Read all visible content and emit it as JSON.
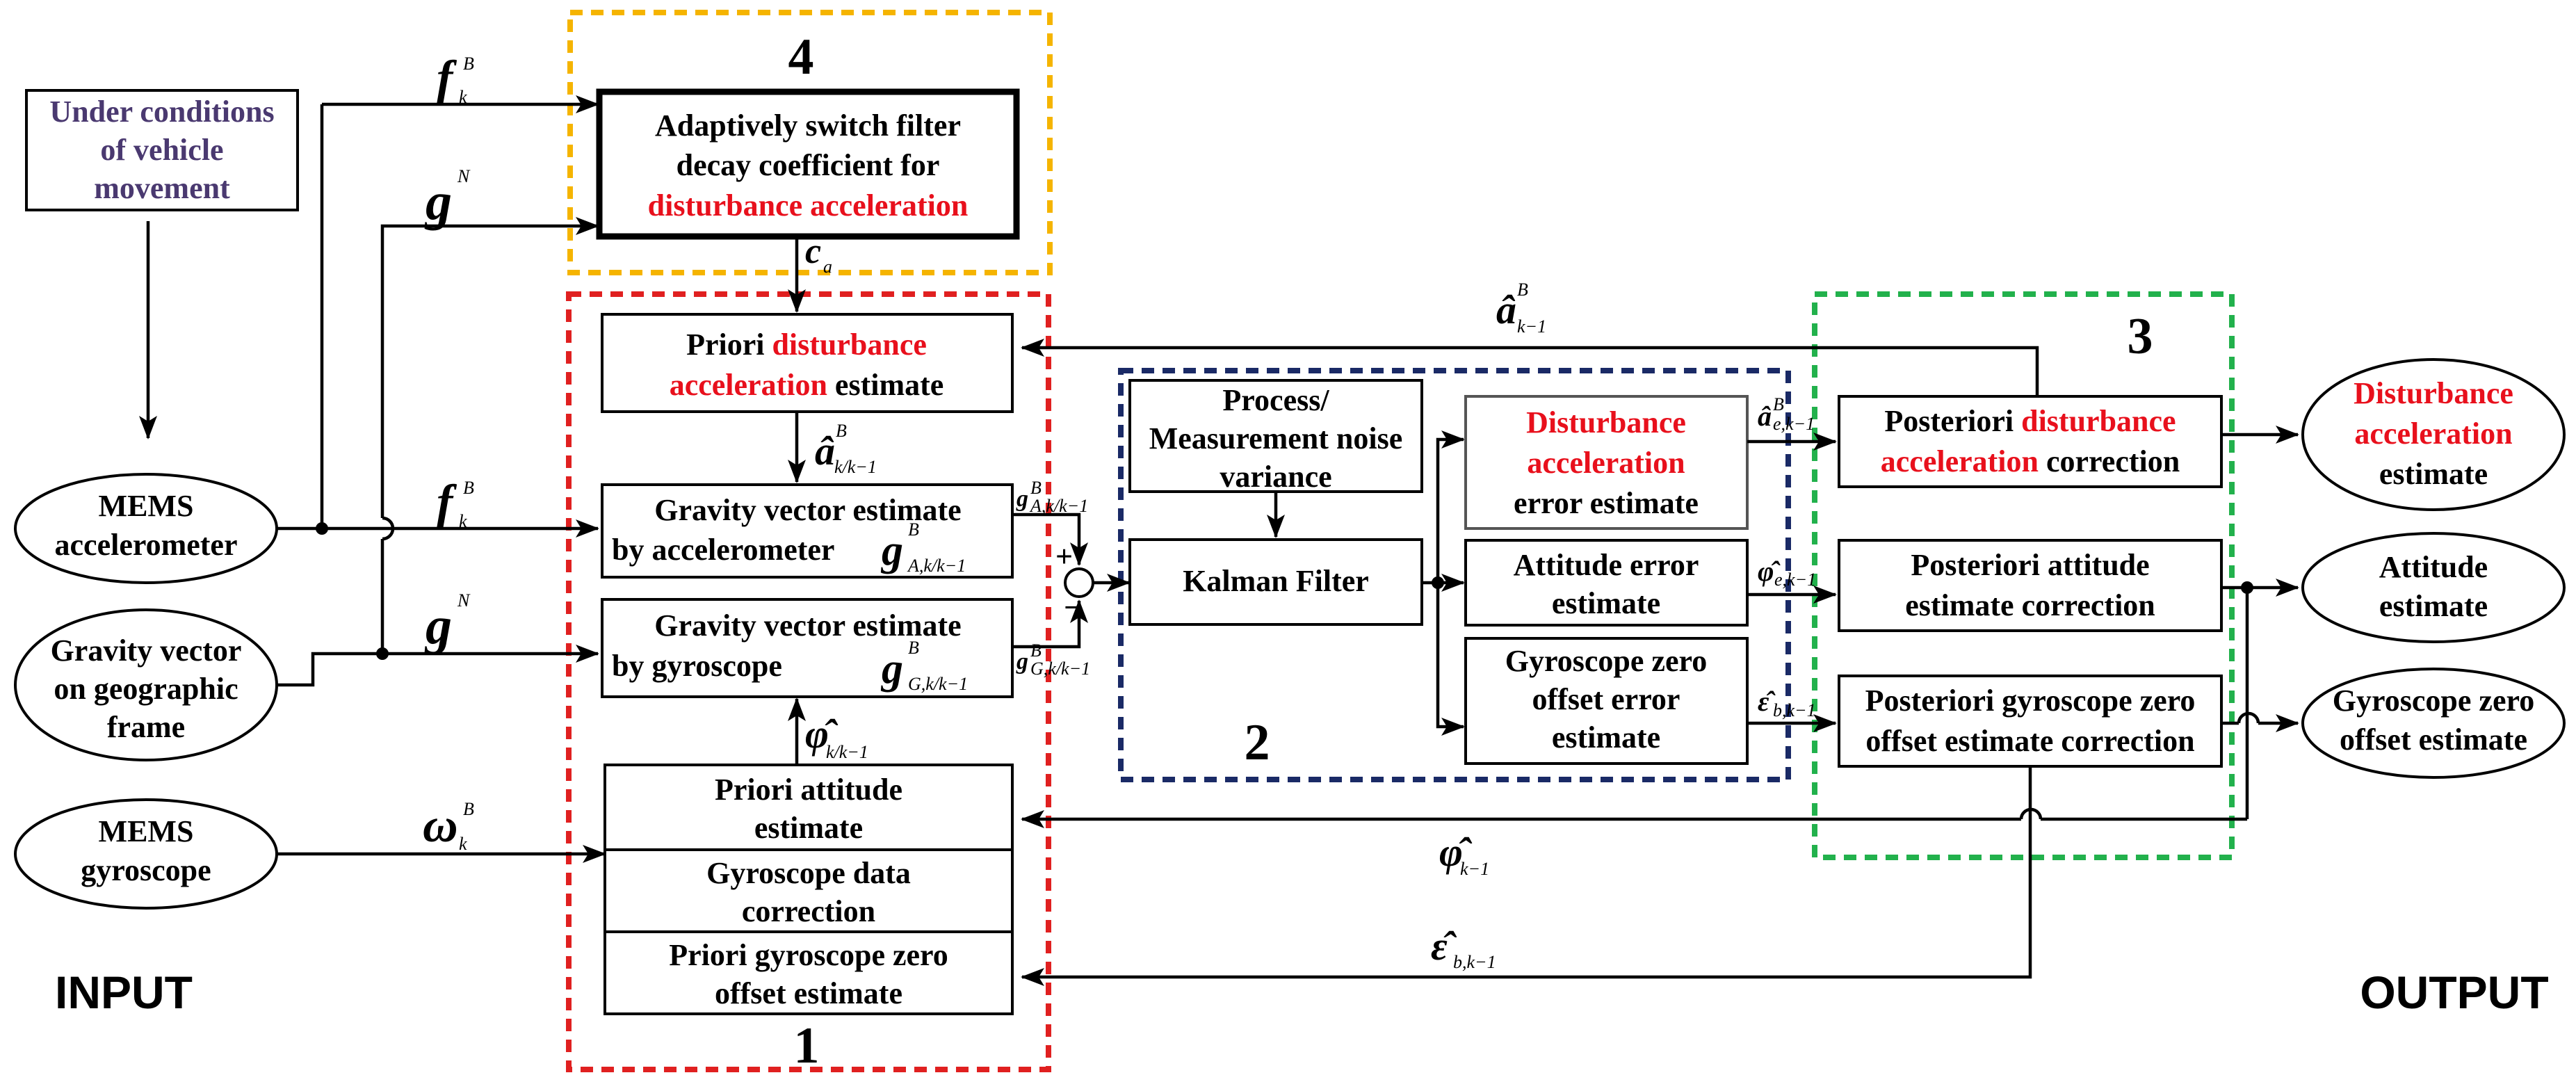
{
  "labels": {
    "input": "INPUT",
    "output": "OUTPUT"
  },
  "regions": {
    "r1": "1",
    "r2": "2",
    "r3": "3",
    "r4": "4"
  },
  "colors": {
    "region1": "#e02020",
    "region2": "#1a2a66",
    "region3": "#22b14c",
    "region4": "#f5b400",
    "highlight": "#e8101c",
    "note_text": "#4a3970"
  },
  "inputs": {
    "condition": [
      "Under conditions",
      "of vehicle",
      "movement"
    ],
    "accelerometer": [
      "MEMS",
      "accelerometer"
    ],
    "gravity_vector": [
      "Gravity vector",
      "on geographic",
      "frame"
    ],
    "gyroscope": [
      "MEMS",
      "gyroscope"
    ]
  },
  "boxes": {
    "adaptive": {
      "l1": "Adaptively switch filter",
      "l2": "decay coefficient for",
      "l3": "disturbance acceleration"
    },
    "priori_dist": {
      "l1a": "Priori ",
      "l1b": "disturbance",
      "l2a": "acceleration",
      "l2b": " estimate"
    },
    "grav_acc": {
      "l1": "Gravity vector estimate",
      "l2": "by accelerometer"
    },
    "grav_gyro": {
      "l1": "Gravity vector estimate",
      "l2": "by gyroscope"
    },
    "priori_att": {
      "l1": "Priori attitude",
      "l2": "estimate"
    },
    "gyro_corr": {
      "l1": "Gyroscope data",
      "l2": "correction"
    },
    "priori_zero": {
      "l1": "Priori gyroscope zero",
      "l2": "offset estimate"
    },
    "noise": {
      "l1": "Process/",
      "l2": "Measurement noise",
      "l3": "variance"
    },
    "kalman": {
      "l1": "Kalman Filter"
    },
    "dist_err": {
      "l1": "Disturbance",
      "l2": "acceleration",
      "l3": "error estimate"
    },
    "att_err": {
      "l1": "Attitude error",
      "l2": "estimate"
    },
    "gyro_err": {
      "l1": "Gyroscope zero",
      "l2": "offset error",
      "l3": "estimate"
    },
    "post_dist": {
      "l1a": "Posteriori ",
      "l1b": "disturbance",
      "l2a": "acceleration",
      "l2b": " correction"
    },
    "post_att": {
      "l1": "Posteriori attitude",
      "l2": "estimate correction"
    },
    "post_gyro": {
      "l1": "Posteriori gyroscope zero",
      "l2": "offset estimate correction"
    }
  },
  "outputs": {
    "dist": [
      "Disturbance",
      "acceleration",
      "estimate"
    ],
    "att": [
      "Attitude",
      "estimate"
    ],
    "gyro": [
      "Gyroscope zero",
      "offset estimate"
    ]
  },
  "symbols": {
    "f": "f",
    "g": "g",
    "omega": "ω",
    "phi": "φ̂",
    "a": "â",
    "eps": "ε̂",
    "c": "c",
    "sup_B": "B",
    "sup_N": "N",
    "sub_k": "k",
    "sub_a": "a",
    "sub_kk1": "k/k−1",
    "sub_Akk1": "A,k/k−1",
    "sub_Gkk1": "G,k/k−1",
    "sub_k1": "k−1",
    "sub_bk1": "b,k−1",
    "sub_ek1": "e,k−1",
    "sub_bkk1": "b,k−1",
    "plus": "+",
    "minus": "−"
  }
}
